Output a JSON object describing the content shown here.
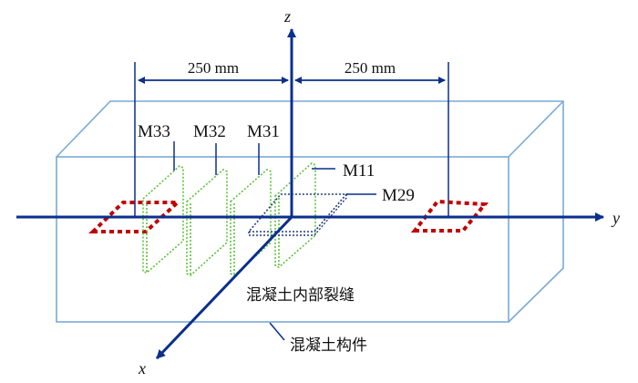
{
  "dimensions": {
    "left": "250 mm",
    "right": "250 mm"
  },
  "axes": {
    "x": "x",
    "y": "y",
    "z": "z"
  },
  "sensors": {
    "m33": "M33",
    "m32": "M32",
    "m31": "M31",
    "m11": "M11",
    "m29": "M29"
  },
  "labels": {
    "internal_crack": "混凝土内部裂缝",
    "concrete_member": "混凝土构件"
  },
  "colors": {
    "axis": "#0a2f8c",
    "box": "#7aaad6",
    "plate": "#5cc23a",
    "loop": "#c00000",
    "m29": "#1f3a7a"
  }
}
